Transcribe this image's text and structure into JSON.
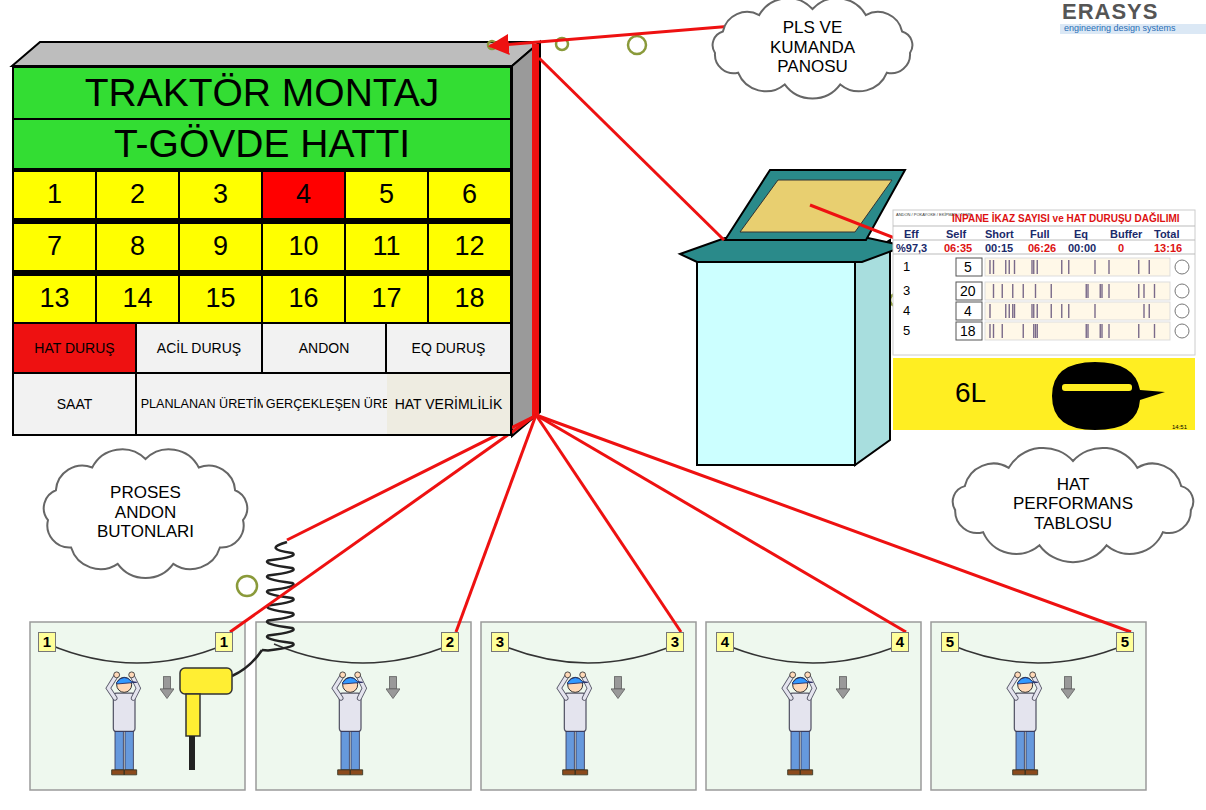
{
  "diagram": {
    "nodes": [
      {
        "text": [
          "PLS VE KUMANDA PANOSU"
        ]
      },
      {
        "text": []
      },
      {
        "text": [
          "TRAKTÖR MONTAJ"
        ],
        "in": 1
      },
      {
        "text": [
          "T-GÖVDE HATTI"
        ],
        "in": 1
      },
      {
        "text": [
          "1"
        ],
        "in": 1
      },
      {
        "text": [
          "2"
        ],
        "in": 1
      },
      {
        "text": [
          "3"
        ],
        "in": 1
      },
      {
        "text": [
          "4"
        ],
        "in": 1
      },
      {
        "text": [
          "5"
        ],
        "in": 1
      },
      {
        "text": [
          "6"
        ],
        "in": 1
      },
      {
        "text": [
          "7"
        ],
        "in": 1
      },
      {
        "text": [
          "8"
        ],
        "in": 1
      },
      {
        "text": [
          "9"
        ],
        "in": 1
      },
      {
        "text": [
          "10"
        ],
        "in": 1
      },
      {
        "text": [
          "11"
        ],
        "in": 1
      },
      {
        "text": [
          "12"
        ],
        "in": 1
      },
      {
        "text": [
          "13"
        ],
        "in": 1
      },
      {
        "text": [
          "14"
        ],
        "in": 1
      },
      {
        "text": [
          "15"
        ],
        "in": 1
      },
      {
        "text": [
          "16"
        ],
        "in": 1
      },
      {
        "text": [
          "17"
        ],
        "in": 1
      },
      {
        "text": [
          "18"
        ],
        "in": 1
      },
      {
        "text": [
          "HAT DURUŞ"
        ],
        "in": 1
      },
      {
        "text": [
          "ACİL DURUŞ"
        ],
        "in": 1
      },
      {
        "text": [
          "ANDON"
        ],
        "in": 1
      },
      {
        "text": [
          "EQ DURUŞ"
        ],
        "in": 1
      },
      {
        "text": [
          "SAAT"
        ],
        "in": 1
      },
      {
        "text": [
          "PLANLANAN ÜRETİM"
        ],
        "in": 1
      },
      {
        "text": [
          "GERÇEKLEŞEN ÜRETİM"
        ],
        "in": 1
      },
      {
        "text": [
          "HAT VERİMLİLİK"
        ],
        "in": 1
      },
      {
        "text": [
          "PROSES ANDON BUTONLARI"
        ]
      },
      {
        "text": [
          "HAT PERFORMANS TABLOSU"
        ]
      },
      {
        "text": [
          "1"
        ]
      },
      {
        "text": [
          "1"
        ]
      },
      {
        "text": [
          "2"
        ]
      },
      {
        "text": [
          "3"
        ]
      },
      {
        "text": [
          "3"
        ]
      },
      {
        "text": [
          "4"
        ]
      },
      {
        "text": [
          "4"
        ]
      },
      {
        "text": [
          "5"
        ]
      },
      {
        "text": [
          "5"
        ]
      }
    ],
    "edges": [
      {
        "from": 0,
        "to": 1,
        "arrow": "to"
      },
      {
        "from": 1,
        "to": 33,
        "arrow": "none"
      },
      {
        "from": 1,
        "to": 34,
        "arrow": "none"
      },
      {
        "from": 1,
        "to": 36,
        "arrow": "none"
      },
      {
        "from": 1,
        "to": 38,
        "arrow": "none"
      },
      {
        "from": 1,
        "to": 40,
        "arrow": "none"
      }
    ],
    "labels": [
      "ERASYS",
      "engineering design systems",
      "ANDON / POKAYOKE / EKİPMAN / TEMP",
      "INPANE İKAZ SAYISI ve HAT DURUŞU DAĞILIMI",
      "Eff",
      "Self",
      "Short",
      "Full",
      "Eq",
      "Buffer",
      "Total",
      "%97,3",
      "06:35",
      "00:15",
      "06:26",
      "00:00",
      "0",
      "13:16",
      "1",
      "5",
      "3",
      "20",
      "4",
      "4",
      "5",
      "18",
      "6L",
      "14:51"
    ]
  }
}
